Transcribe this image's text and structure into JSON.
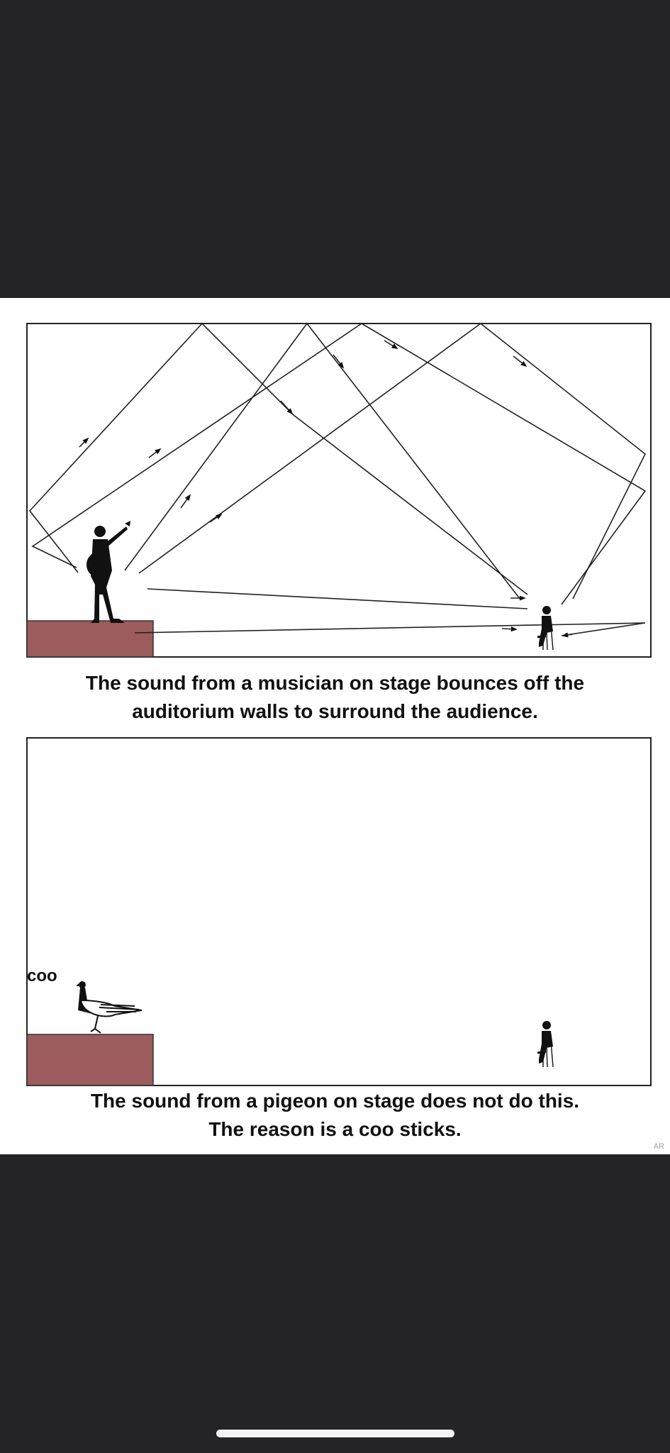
{
  "panel_top": {
    "caption_lines": [
      "The sound from a musician on stage bounces off the",
      "auditorium walls to surround the audience."
    ]
  },
  "panel_bottom": {
    "coo_label": "coo",
    "caption_lines": [
      "The sound from a pigeon on stage does not do this.",
      "The reason is a coo sticks."
    ]
  },
  "watermark": "AR",
  "colors": {
    "background": "#242427",
    "card": "#ffffff",
    "stage": "#9c5b5c",
    "ink": "#111111"
  },
  "icons": {
    "musician": "guitar-player-silhouette-icon",
    "listener": "seated-listener-icon",
    "pigeon": "pigeon-icon"
  }
}
